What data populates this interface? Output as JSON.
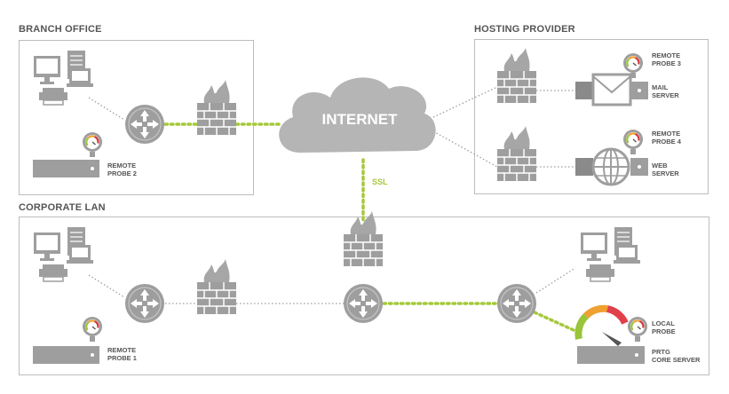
{
  "zones": {
    "branch": "BRANCH OFFICE",
    "hosting": "HOSTING PROVIDER",
    "corporate": "CORPORATE LAN"
  },
  "cloud": {
    "label": "INTERNET"
  },
  "link": {
    "ssl": "SSL"
  },
  "probes": {
    "remote2": [
      "REMOTE",
      "PROBE 2"
    ],
    "remote3": [
      "REMOTE",
      "PROBE 3"
    ],
    "remote4": [
      "REMOTE",
      "PROBE 4"
    ],
    "remote1": [
      "REMOTE",
      "PROBE 1"
    ],
    "local": [
      "LOCAL",
      "PROBE"
    ]
  },
  "servers": {
    "mail": [
      "MAIL",
      "SERVER"
    ],
    "web": [
      "WEB",
      "SERVER"
    ],
    "core": [
      "PRTG",
      "CORE SERVER"
    ]
  },
  "colors": {
    "device": "#9e9e9e",
    "device_dark": "#8a8a8a",
    "ssl_link": "#a5c83a",
    "plain_link": "#9e9e9e",
    "text": "#555555",
    "cloud": "#b5b5b5",
    "gauge_red": "#d33a3a",
    "gauge_orange": "#f0a030",
    "gauge_green": "#9ac43a"
  }
}
